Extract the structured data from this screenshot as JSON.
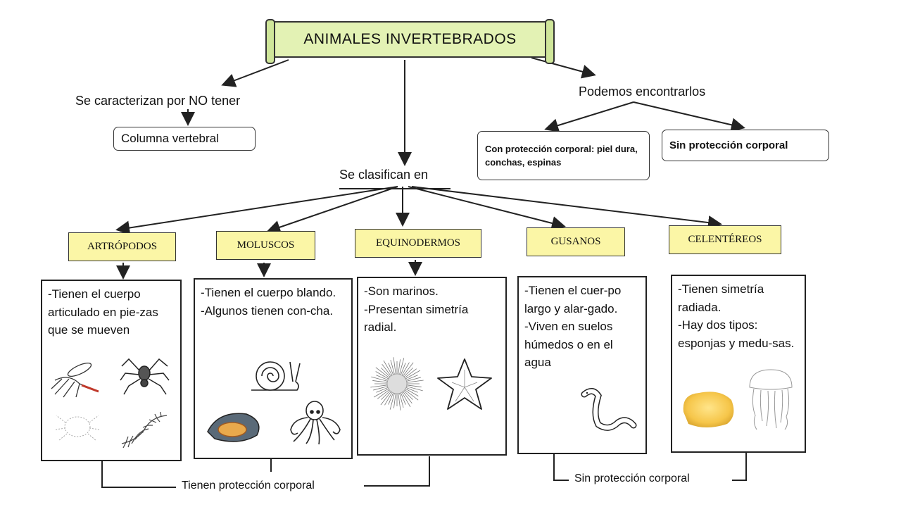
{
  "title": "ANIMALES INVERTEBRADOS",
  "left_branch": {
    "label": "Se  caracterizan por NO tener",
    "box": "Columna vertebral"
  },
  "right_branch": {
    "label": "Podemos encontrarlos",
    "box_with": "Con protección corporal: piel dura, conchas, espinas",
    "box_without": "Sin protección corporal"
  },
  "center_label": "Se clasifican en",
  "categories": [
    {
      "name": "ARTRÓPODOS",
      "lines": [
        "-Tienen el cuerpo articulado en pie-zas que se mueven"
      ]
    },
    {
      "name": "MOLUSCOS",
      "lines": [
        "-Tienen el cuerpo blando.",
        "-Algunos tienen con-cha."
      ]
    },
    {
      "name": "EQUINODERMOS",
      "lines": [
        "-Son marinos.",
        "-Presentan simetría radial."
      ]
    },
    {
      "name": "GUSANOS",
      "lines": [
        "-Tienen el cuer-po largo y alar-gado.",
        "-Viven en suelos húmedos o en el agua"
      ]
    },
    {
      "name": "CELENTÉREOS",
      "lines": [
        "-Tienen simetría radiada.",
        "-Hay dos tipos: esponjas y medu-sas."
      ]
    }
  ],
  "footer": {
    "with_protection": "Tienen protección corporal",
    "without_protection": "Sin protección corporal"
  },
  "colors": {
    "title_fill": "#e3f2b4",
    "category_fill": "#fbf6a6",
    "ink": "#222222"
  },
  "illustrations": [
    "mosquito-icon",
    "spider-icon",
    "mite-icon",
    "centipede-icon",
    "snail-icon",
    "mussel-icon",
    "octopus-icon",
    "sea-urchin-icon",
    "starfish-icon",
    "worm-icon",
    "sponge-icon",
    "jellyfish-icon"
  ]
}
